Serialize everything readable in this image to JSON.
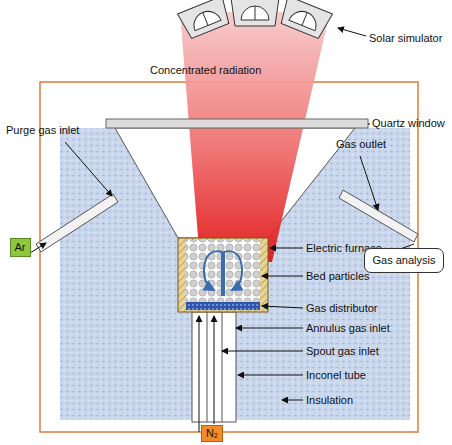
{
  "diagram": {
    "nodes": [
      {
        "text": [
          "Ar"
        ]
      },
      {
        "text": [
          "Gas analysis"
        ]
      },
      {
        "text": [
          "N₂"
        ]
      }
    ],
    "labels": [
      "Solar simulator",
      "Concentrated radiation",
      "Quartz window",
      "Purge gas inlet",
      "Gas outlet",
      "Electric furnace",
      "Bed particles",
      "Gas distributor",
      "Annulus gas inlet",
      "Spout gas inlet",
      "Inconel tube",
      "Insulation"
    ]
  }
}
